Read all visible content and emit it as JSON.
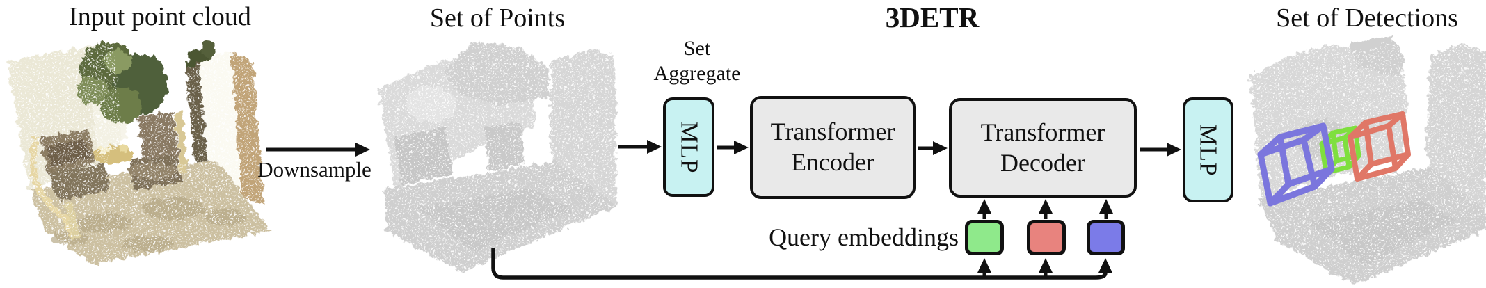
{
  "header": {
    "title": "3DETR"
  },
  "panels": {
    "input": {
      "title": "Input point cloud"
    },
    "points": {
      "title": "Set of Points"
    },
    "detections": {
      "title": "Set of Detections"
    }
  },
  "labels": {
    "downsample": "Downsample",
    "set_aggregate_line1": "Set",
    "set_aggregate_line2": "Aggregate",
    "query_embeddings": "Query embeddings"
  },
  "blocks": {
    "mlp_in": "MLP",
    "encoder_line1": "Transformer",
    "encoder_line2": "Encoder",
    "decoder_line1": "Transformer",
    "decoder_line2": "Decoder",
    "mlp_out": "MLP"
  },
  "colors": {
    "mlp_fill": "#c8f2f2",
    "block_fill": "#e9e9e9",
    "query_green": "#8fe98b",
    "query_red": "#e8837e",
    "query_blue": "#7b7be8",
    "wire_blue": "#7b76dd",
    "wire_green": "#7fdf3f",
    "wire_red": "#e07767",
    "arrow": "#111111"
  }
}
